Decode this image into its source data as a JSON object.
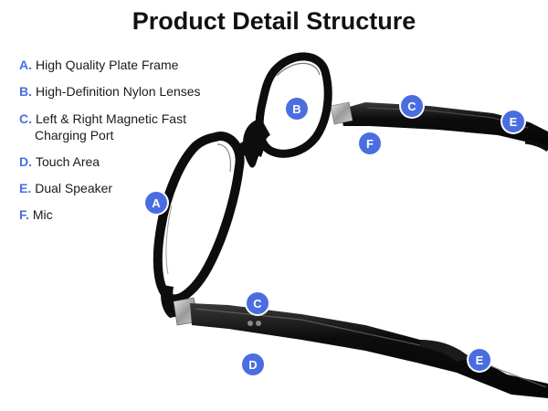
{
  "title": "Product Detail Structure",
  "legend": [
    {
      "letter": "A.",
      "text": "High Quality Plate Frame"
    },
    {
      "letter": "B.",
      "text": "High-Definition Nylon Lenses"
    },
    {
      "letter": "C.",
      "text": "Left & Right Magnetic Fast",
      "text2": "Charging Port"
    },
    {
      "letter": "D.",
      "text": "Touch Area"
    },
    {
      "letter": "E.",
      "text": "Dual Speaker"
    },
    {
      "letter": "F.",
      "text": "Mic"
    }
  ],
  "badges": {
    "a": "A",
    "b": "B",
    "c_top": "C",
    "e_top": "E",
    "f": "F",
    "c_bottom": "C",
    "d": "D",
    "e_bottom": "E"
  },
  "colors": {
    "accent": "#4a6ee0",
    "frame": "#0d0d0d"
  }
}
